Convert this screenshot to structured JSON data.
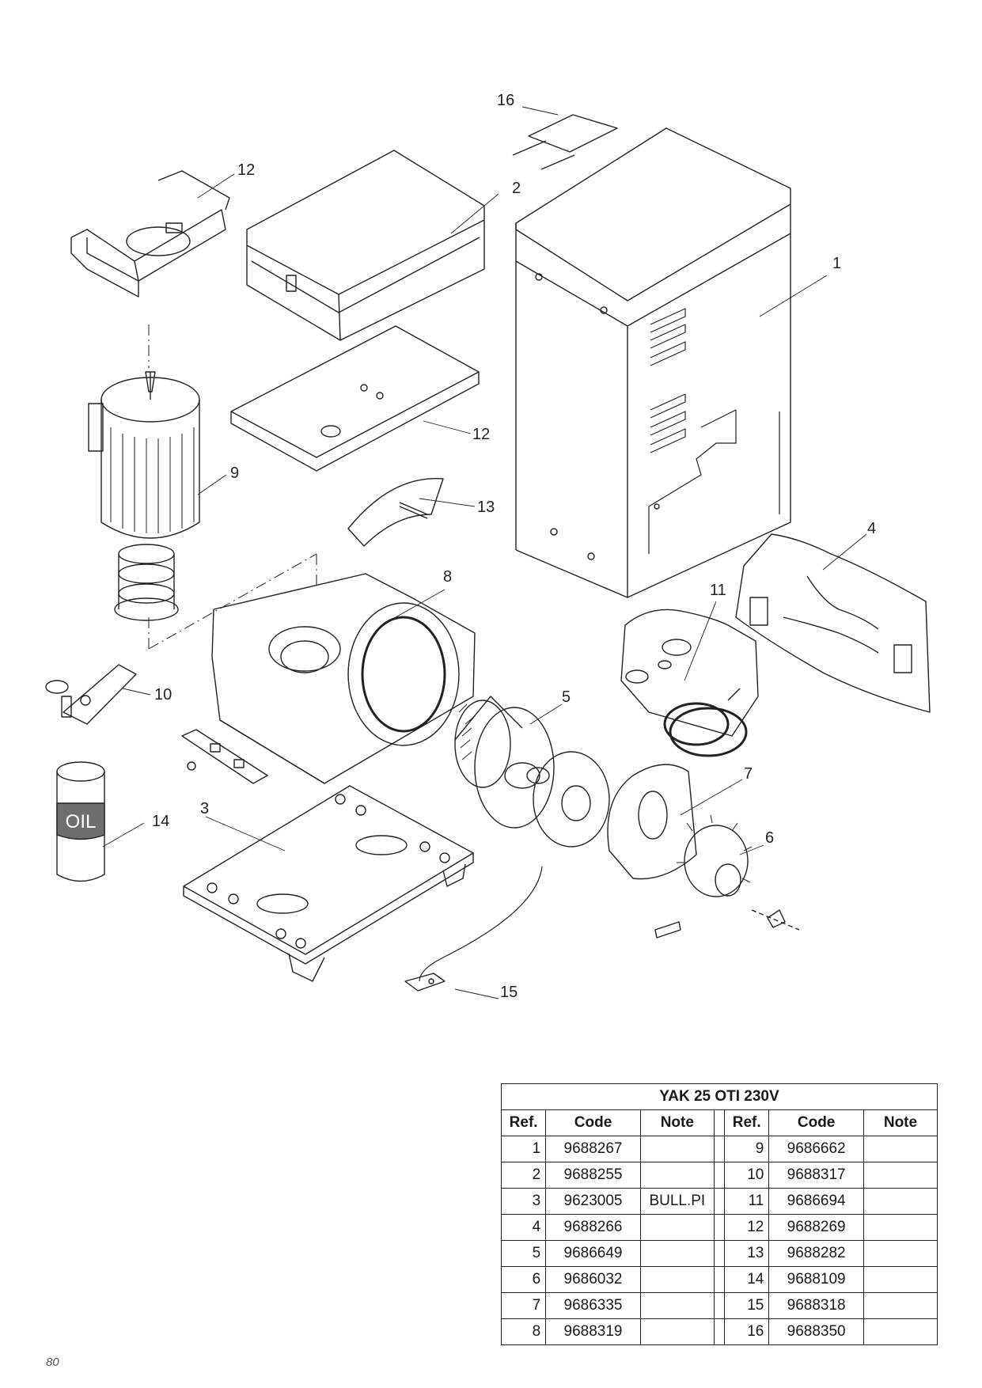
{
  "callouts": {
    "c1": "1",
    "c2": "2",
    "c3": "3",
    "c4": "4",
    "c5": "5",
    "c6": "6",
    "c7": "7",
    "c8": "8",
    "c9": "9",
    "c10": "10",
    "c11": "11",
    "c12a": "12",
    "c12b": "12",
    "c13": "13",
    "c14": "14",
    "c15": "15",
    "c16": "16"
  },
  "oil_label": "OIL",
  "parts_table": {
    "title": "YAK 25 OTI 230V",
    "headers": [
      "Ref.",
      "Code",
      "Note",
      "Ref.",
      "Code",
      "Note"
    ],
    "rows": [
      {
        "ref_l": "1",
        "code_l": "9688267",
        "note_l": "",
        "ref_r": "9",
        "code_r": "9686662",
        "note_r": ""
      },
      {
        "ref_l": "2",
        "code_l": "9688255",
        "note_l": "",
        "ref_r": "10",
        "code_r": "9688317",
        "note_r": ""
      },
      {
        "ref_l": "3",
        "code_l": "9623005",
        "note_l": "BULL.PI",
        "ref_r": "11",
        "code_r": "9686694",
        "note_r": ""
      },
      {
        "ref_l": "4",
        "code_l": "9688266",
        "note_l": "",
        "ref_r": "12",
        "code_r": "9688269",
        "note_r": ""
      },
      {
        "ref_l": "5",
        "code_l": "9686649",
        "note_l": "",
        "ref_r": "13",
        "code_r": "9688282",
        "note_r": ""
      },
      {
        "ref_l": "6",
        "code_l": "9686032",
        "note_l": "",
        "ref_r": "14",
        "code_r": "9688109",
        "note_r": ""
      },
      {
        "ref_l": "7",
        "code_l": "9686335",
        "note_l": "",
        "ref_r": "15",
        "code_r": "9688318",
        "note_r": ""
      },
      {
        "ref_l": "8",
        "code_l": "9688319",
        "note_l": "",
        "ref_r": "16",
        "code_r": "9688350",
        "note_r": ""
      }
    ]
  },
  "page_number": "80"
}
